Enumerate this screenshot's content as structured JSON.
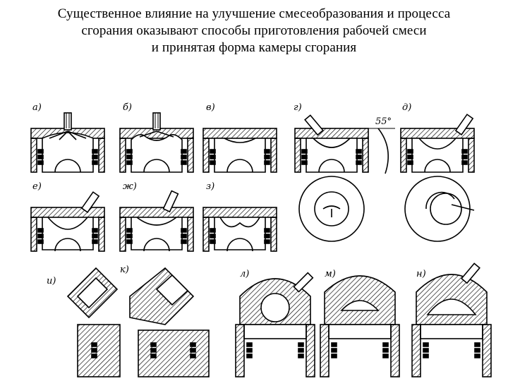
{
  "title_lines": [
    "Существенное влияние на улучшение смесеобразования и процесса",
    "сгорания оказывают способы приготовления рабочей смеси",
    "и принятая форма камеры сгорания"
  ],
  "figure_labels": {
    "a": "а)",
    "b": "б)",
    "v": "в)",
    "g": "г)",
    "d": "д)",
    "e": "е)",
    "zh": "ж)",
    "z": "з)",
    "i": "и)",
    "k": "к)",
    "l": "л)",
    "m": "м)",
    "n": "н)"
  },
  "angle_label": "55°"
}
